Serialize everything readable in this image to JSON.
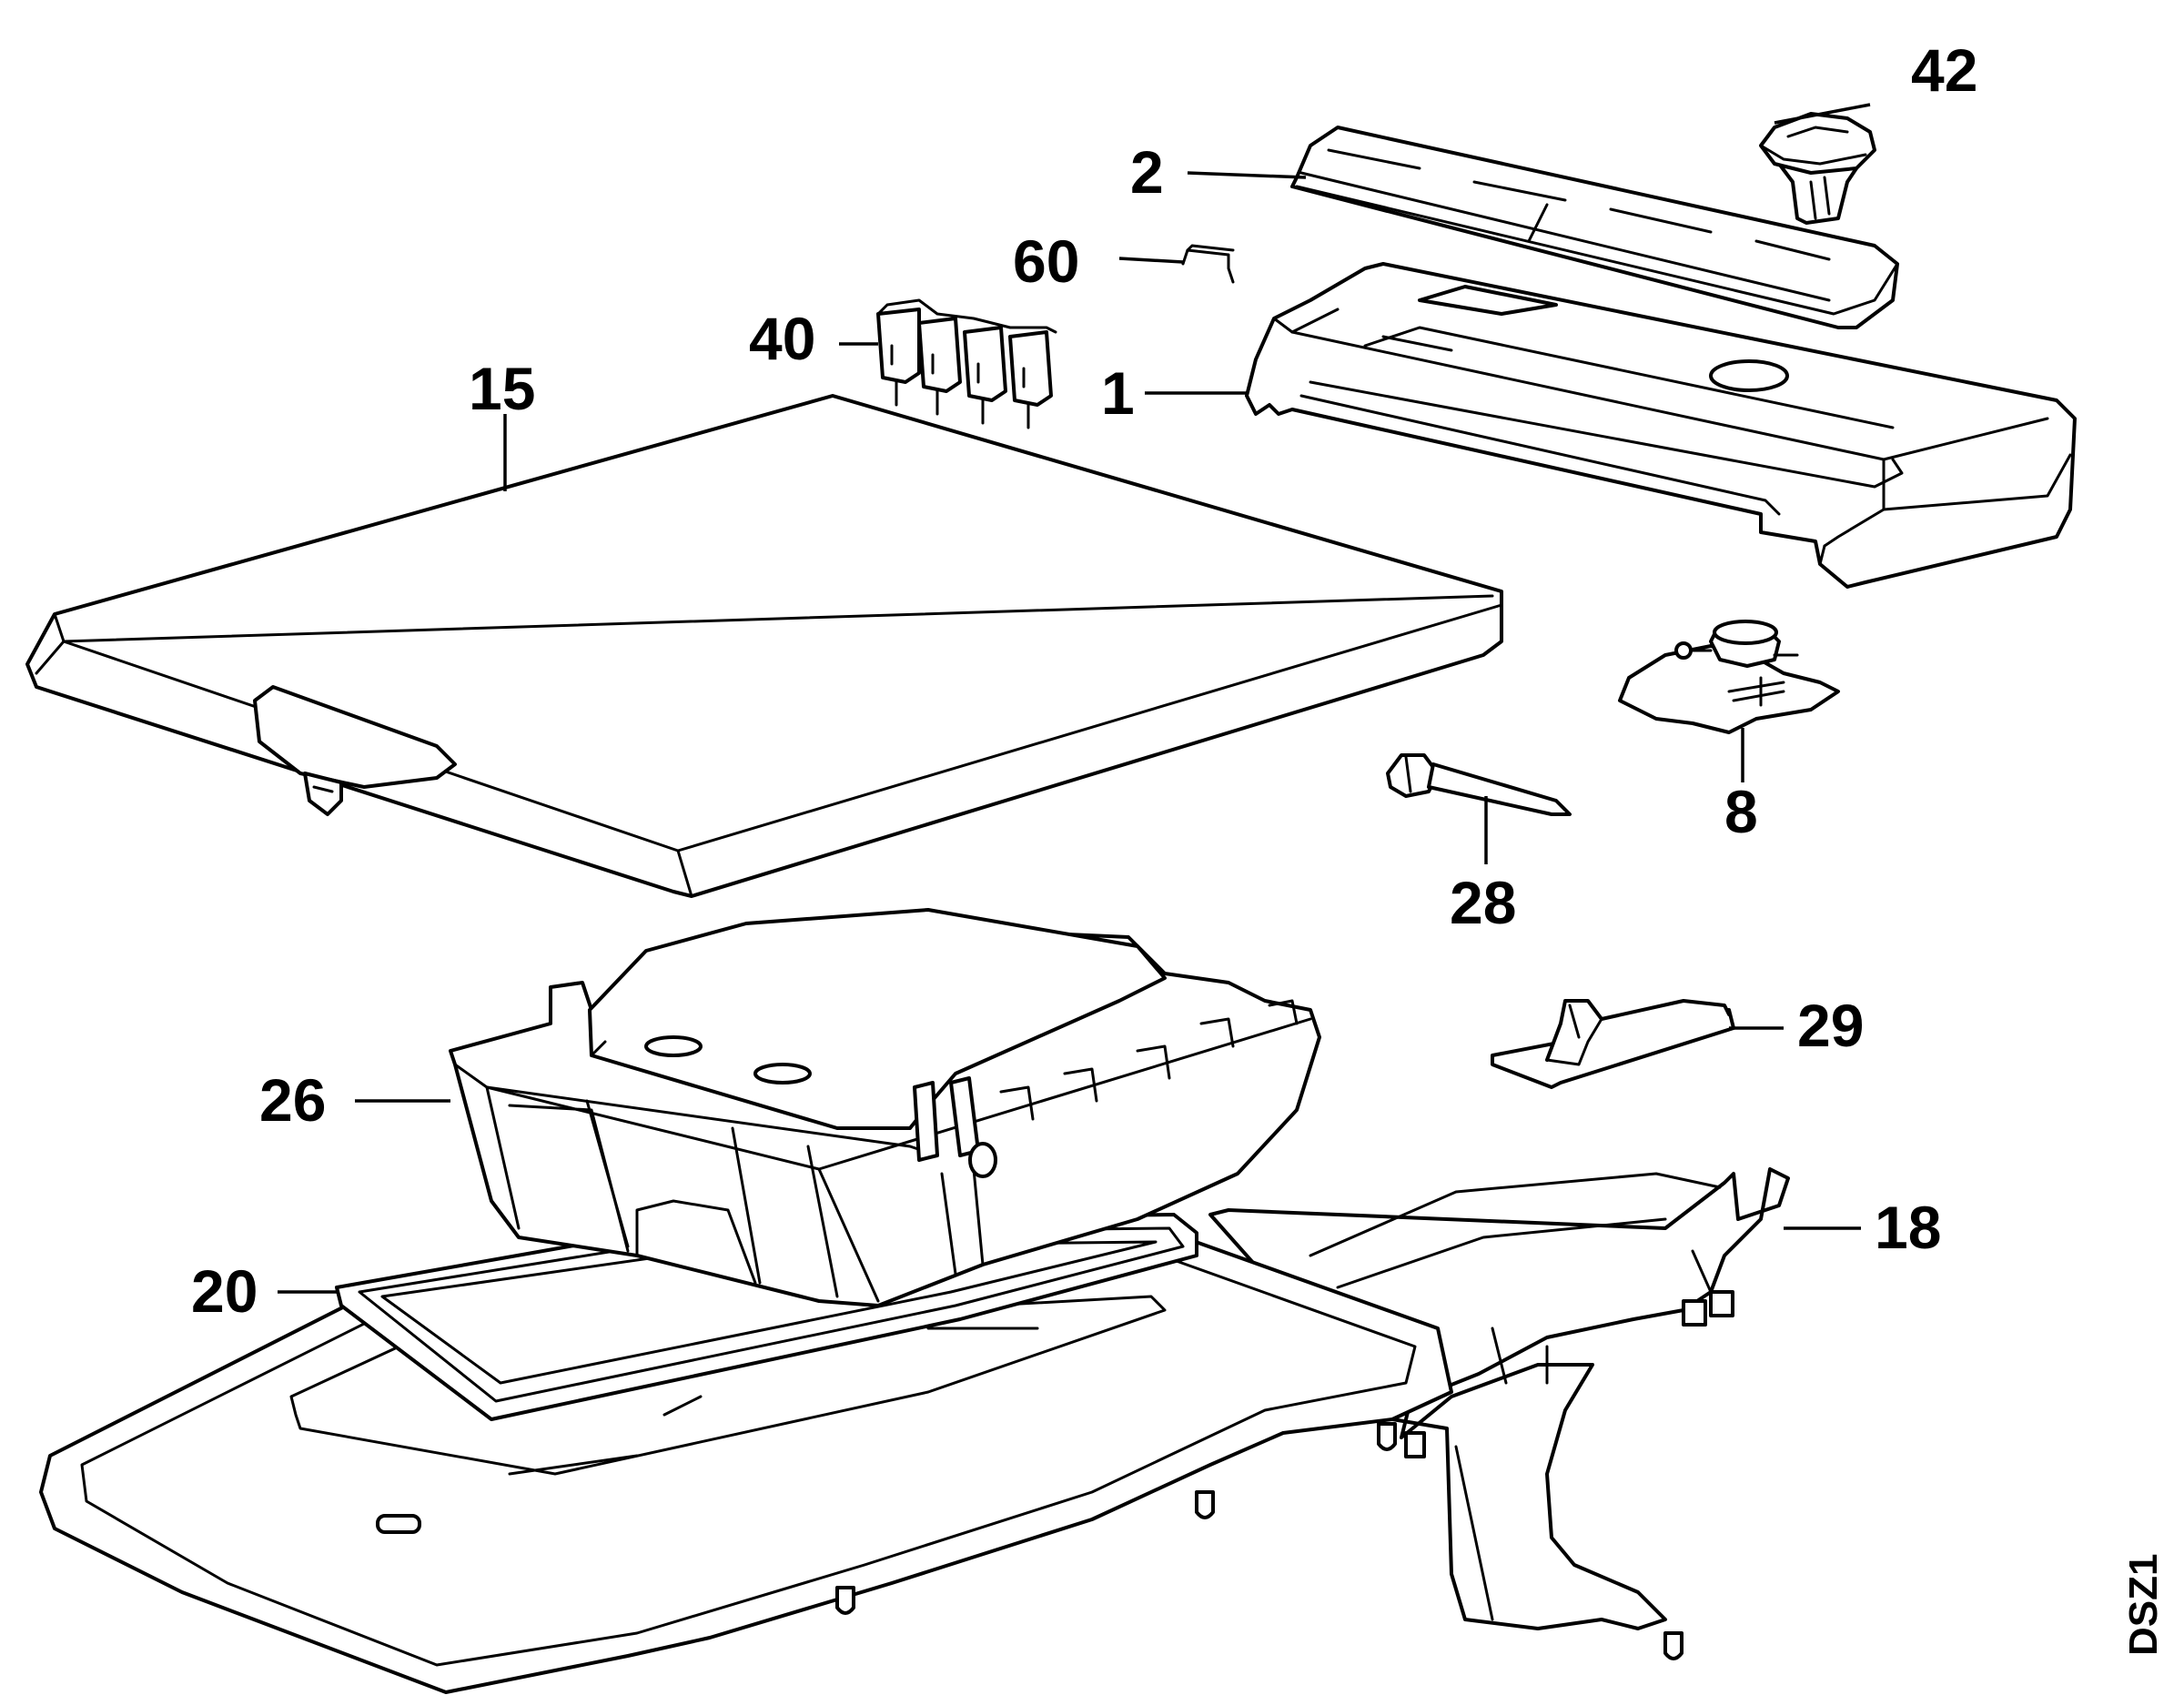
{
  "labels": {
    "l1": "1",
    "l2": "2",
    "l8": "8",
    "l15": "15",
    "l18": "18",
    "l20": "20",
    "l26": "26",
    "l28": "28",
    "l29": "29",
    "l40": "40",
    "l42": "42",
    "l60": "60"
  },
  "diagram_code": "DSZ1"
}
